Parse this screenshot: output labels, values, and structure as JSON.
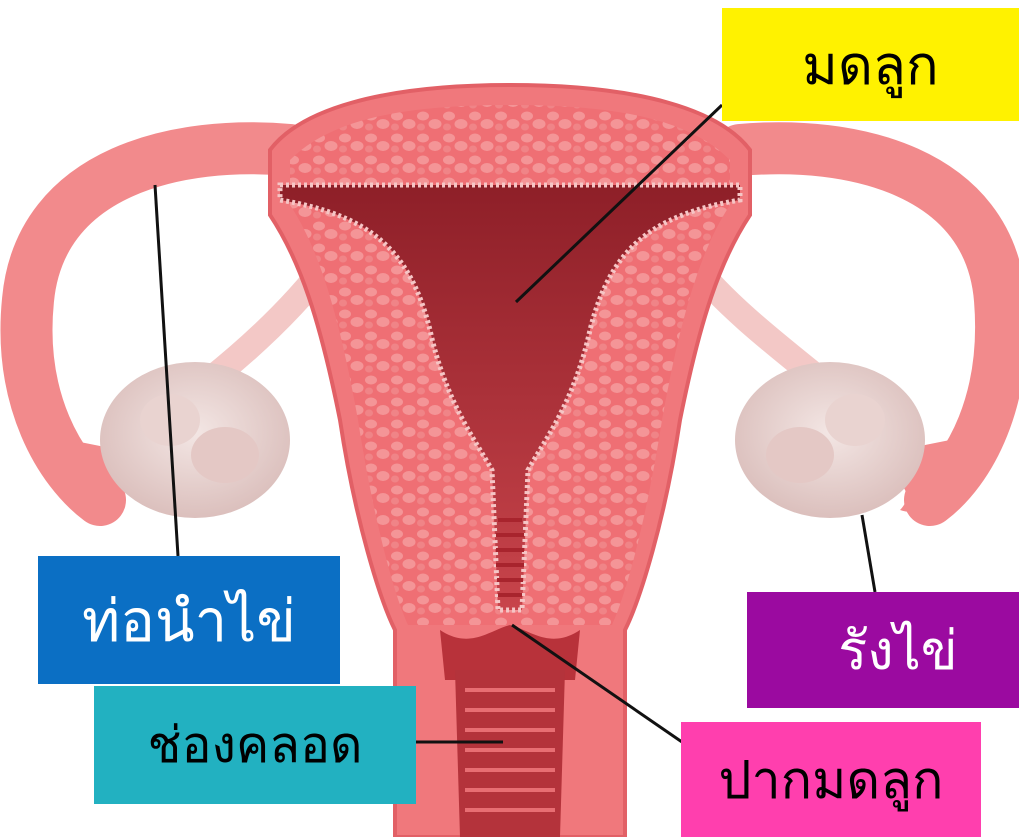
{
  "labels": {
    "uterus": "มดลูก",
    "fallopian_tube": "ท่อนำไข่",
    "ovary": "รังไข่",
    "vagina": "ช่องคลอด",
    "cervix": "ปากมดลูก"
  },
  "colors": {
    "uterus_label_bg": "#fff200",
    "fallopian_tube_label_bg": "#0b6fc4",
    "ovary_label_bg": "#9b0aa0",
    "vagina_label_bg": "#22b1c1",
    "cervix_label_bg": "#ff3fae",
    "tissue": "#f0787c",
    "tissue_light": "#f7a7a8",
    "cavity": "#b8323a",
    "ovary_fill": "#ead6d4",
    "leader_line": "#111111"
  }
}
